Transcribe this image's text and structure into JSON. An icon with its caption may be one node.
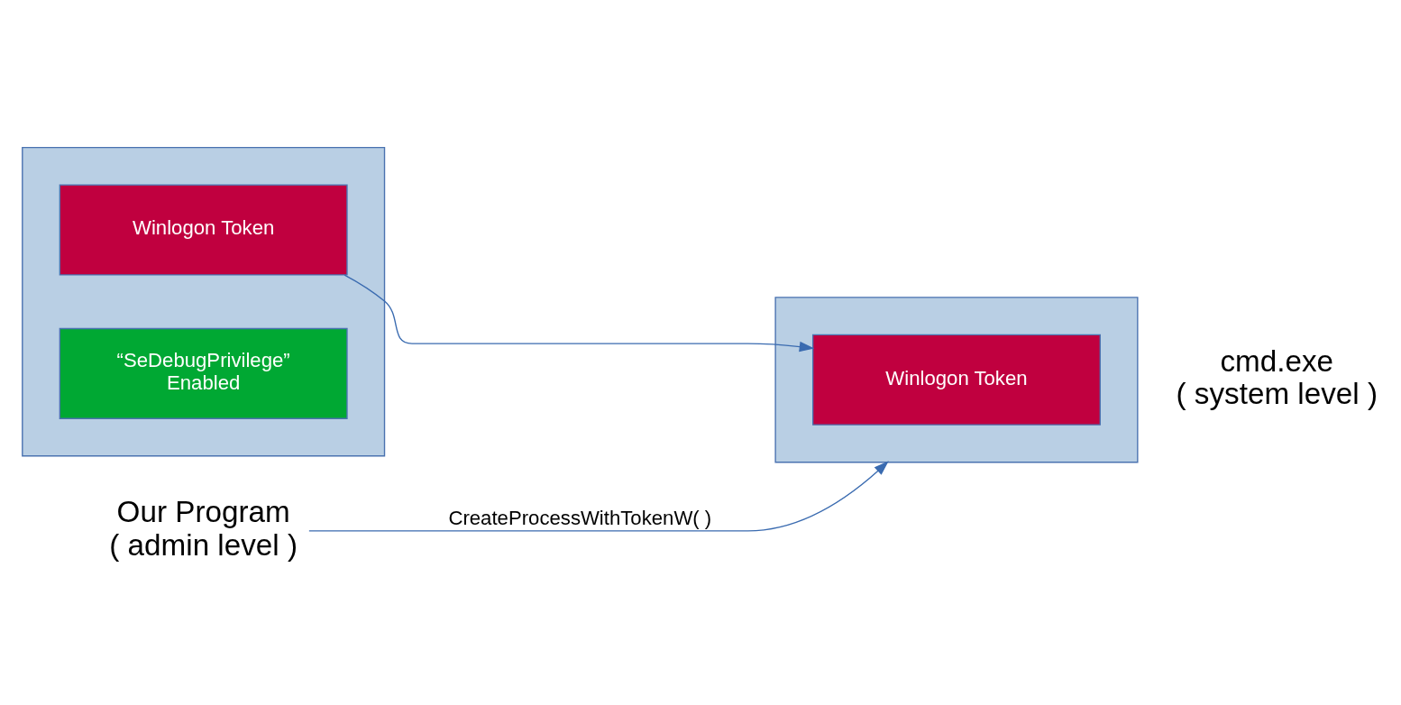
{
  "diagram": {
    "nodes": [
      {
        "text": [],
        "shape": "box"
      },
      {
        "text": [
          "Winlogon Token"
        ],
        "in": 0
      },
      {
        "text": [
          "“SeDebugPrivilege” Enabled"
        ],
        "in": 0
      },
      {
        "text": [],
        "shape": "box",
        "beside": [
          "cmd.exe ( system level )"
        ]
      },
      {
        "text": [
          "Winlogon Token"
        ],
        "in": 3
      },
      {
        "text": [
          "Our Program ( admin level )"
        ]
      }
    ],
    "edges": [
      {
        "from": 1,
        "to": 4,
        "arrow": "to"
      },
      {
        "from": 5,
        "to": 3,
        "arrow": "to",
        "label": "CreateProcessWithTokenW( )"
      }
    ]
  }
}
